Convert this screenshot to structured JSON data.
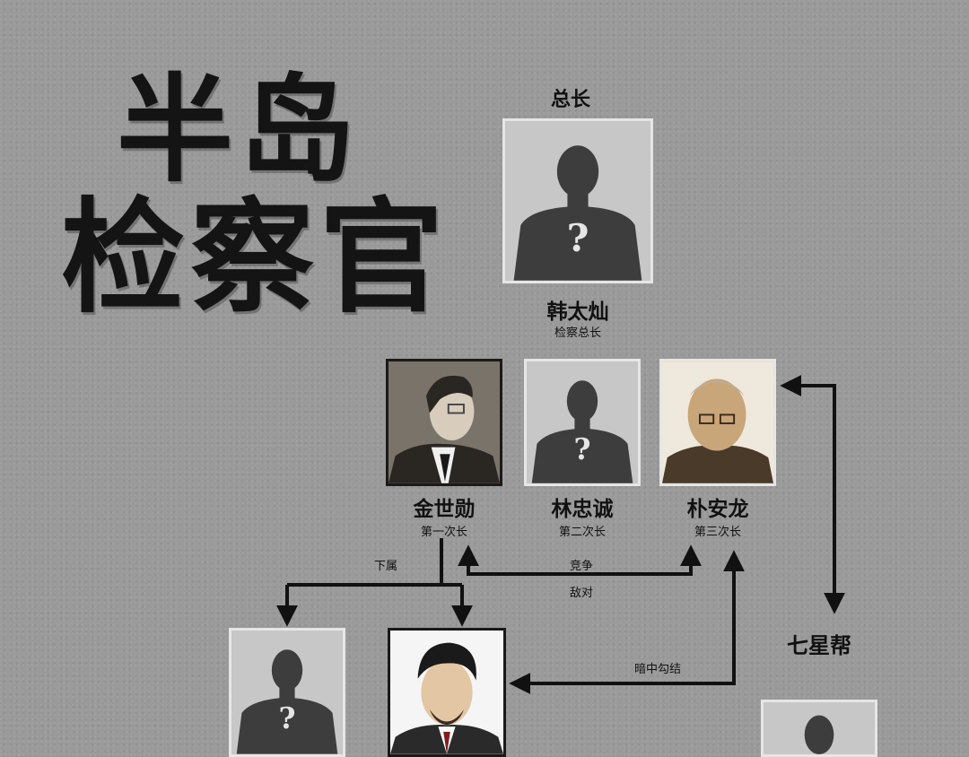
{
  "title": {
    "line1": "半岛",
    "line2": "检察官"
  },
  "top": {
    "header": "总长",
    "name": "韩太灿",
    "role": "检察总长"
  },
  "row1": [
    {
      "name": "金世勋",
      "role": "第一次长"
    },
    {
      "name": "林忠诚",
      "role": "第二次长"
    },
    {
      "name": "朴安龙",
      "role": "第三次长"
    }
  ],
  "relations": {
    "subordinate": "下属",
    "compete": "竞争",
    "hostile": "敌对",
    "secret_collusion": "暗中勾结",
    "group": "七星帮"
  },
  "unknown_mark": "?"
}
